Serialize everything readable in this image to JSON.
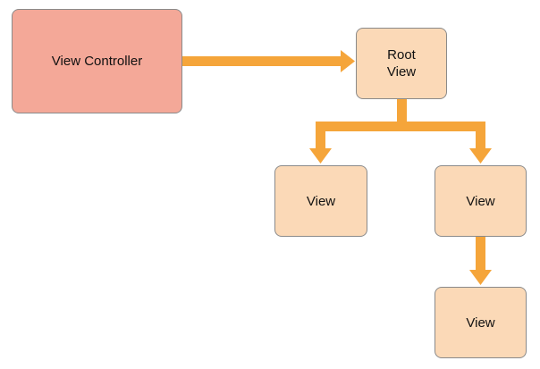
{
  "diagram": {
    "nodes": {
      "view_controller": {
        "label": "View Controller"
      },
      "root_view": {
        "label": "Root\nView"
      },
      "view_left": {
        "label": "View"
      },
      "view_right": {
        "label": "View"
      },
      "view_bottom": {
        "label": "View"
      }
    },
    "edges": [
      {
        "from": "view_controller",
        "to": "root_view"
      },
      {
        "from": "root_view",
        "to": "view_left"
      },
      {
        "from": "root_view",
        "to": "view_right"
      },
      {
        "from": "view_right",
        "to": "view_bottom"
      }
    ],
    "colors": {
      "controller_fill": "#f4a898",
      "view_fill": "#fbd9b7",
      "arrow": "#f5a53a",
      "border": "#8a8a8a"
    }
  }
}
